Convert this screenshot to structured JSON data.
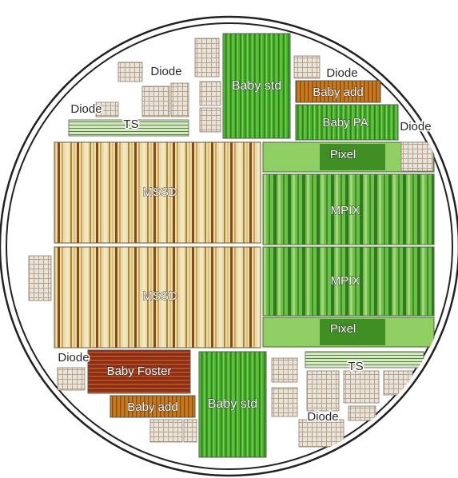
{
  "labels": {
    "baby_std_top": "Baby std",
    "baby_std_bottom": "Baby std",
    "baby_add_top": "Baby add",
    "baby_add_bottom": "Baby add",
    "baby_pa": "Baby PA",
    "baby_foster": "Baby Foster",
    "mssd_top": "MSSD",
    "mssd_bottom": "MSSD",
    "mpix_top": "MPIX",
    "mpix_bottom": "MPIX",
    "pixel_top": "Pixel",
    "pixel_bottom": "Pixel",
    "ts_top": "TS",
    "ts_bottom": "TS",
    "diode_1": "Diode",
    "diode_2": "Diode",
    "diode_3": "Diode",
    "diode_4": "Diode",
    "diode_5": "Diode",
    "diode_6": "Diode"
  },
  "colors": {
    "mssd_dark": "#8a4a14",
    "mssd_light": "#e7d8a6",
    "mpix_green": "#4fae2d",
    "baby_std_green": "#41b12a",
    "baby_add_orange": "#c97a1c",
    "baby_foster_red": "#8b2d12",
    "outline": "#222222"
  }
}
